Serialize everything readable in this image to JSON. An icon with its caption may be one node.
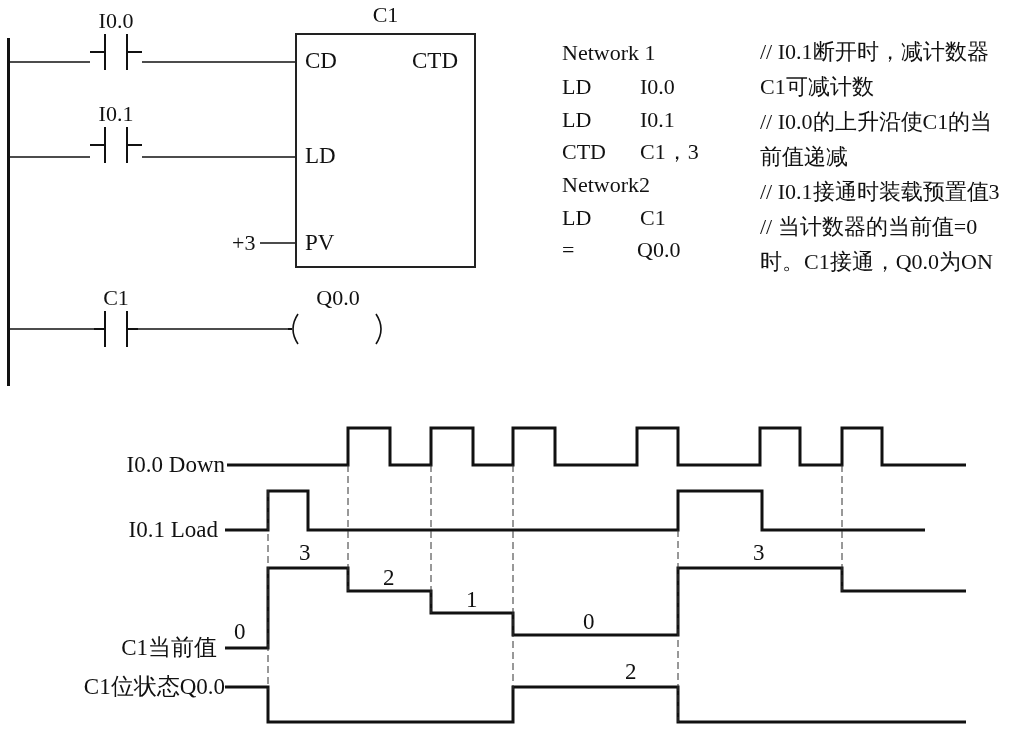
{
  "diagram": {
    "nodes": [
      {
        "text": [],
        "shape": "bar"
      },
      {
        "text": [
          "I0.0"
        ]
      },
      {
        "text": [
          "I0.1"
        ]
      },
      {
        "text": [
          "C1",
          "CD",
          "CTD",
          "LD",
          "PV"
        ]
      },
      {
        "text": [
          "+3"
        ]
      },
      {
        "text": [
          "C1"
        ]
      },
      {
        "text": [
          "Q0.0"
        ]
      }
    ],
    "edges": [
      {
        "from": 0,
        "to": 1,
        "arrow": "none"
      },
      {
        "from": 1,
        "to": 3,
        "arrow": "none"
      },
      {
        "from": 0,
        "to": 2,
        "arrow": "none"
      },
      {
        "from": 2,
        "to": 3,
        "arrow": "none"
      },
      {
        "from": 4,
        "to": 3,
        "arrow": "none"
      },
      {
        "from": 0,
        "to": 5,
        "arrow": "none"
      },
      {
        "from": 5,
        "to": 6,
        "arrow": "none"
      }
    ],
    "labels": [
      "Network 1",
      "LD",
      "I0.0",
      "LD",
      "I0.1",
      "CTD",
      "C1，3",
      "Network2",
      "LD",
      "C1",
      "=",
      "Q0.0",
      "// I0.1断开时，减计数器C1可减计数",
      "// I0.0的上升沿使C1的当前值递减",
      "// I0.1接通时装载预置值3",
      "// 当计数器的当前值=0时。C1接通，Q0.0为ON",
      "I0.0 Down",
      "I0.1 Load",
      "0",
      "3",
      "2",
      "1",
      "0",
      "C1当前值",
      "C1位状态Q0.0",
      "2",
      "3"
    ]
  }
}
